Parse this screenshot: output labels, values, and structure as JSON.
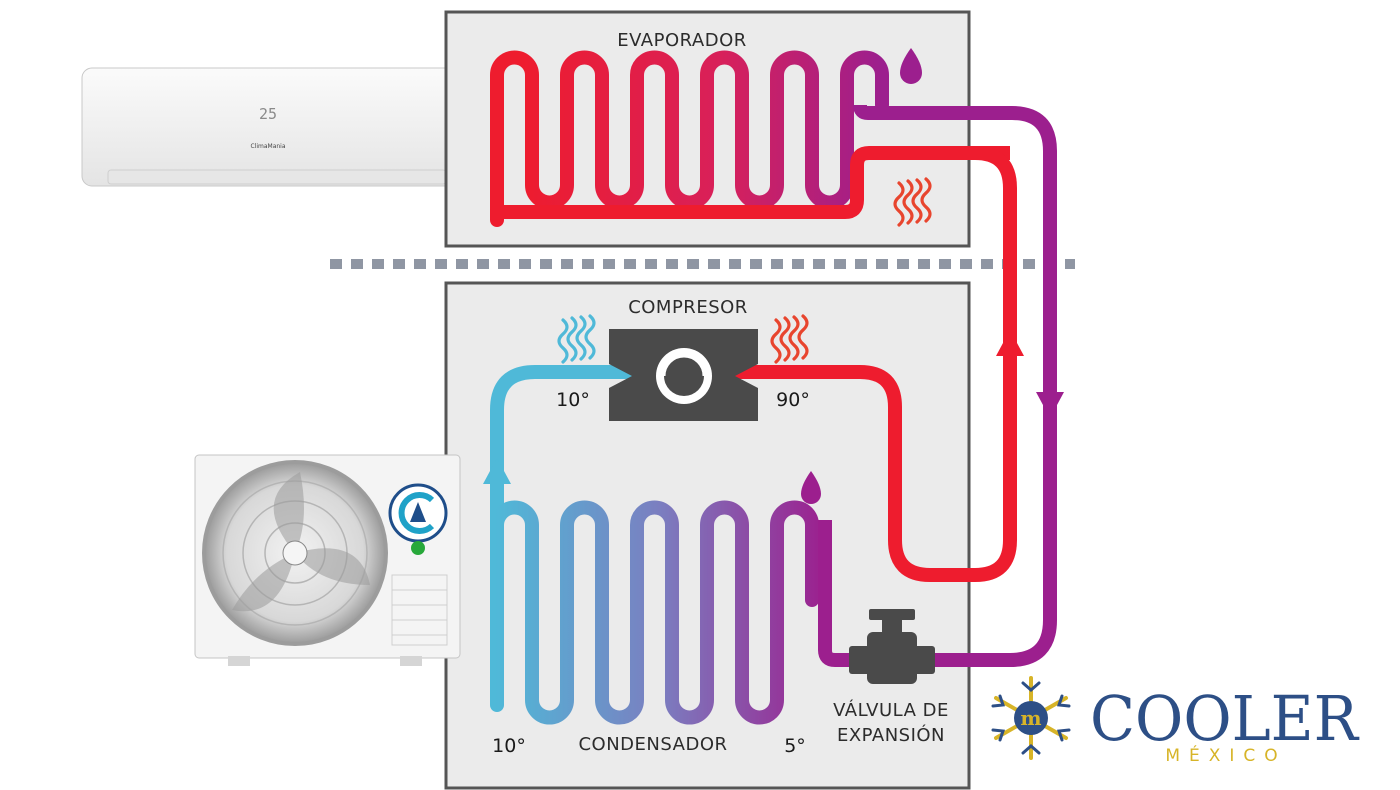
{
  "labels": {
    "evaporator": "EVAPORADOR",
    "compressor": "COMPRESOR",
    "condenser": "CONDENSADOR",
    "valve_line1": "VÁLVULA DE",
    "valve_line2": "EXPANSIÓN"
  },
  "temperatures": {
    "compressor_in": "10°",
    "compressor_out": "90°",
    "condenser_in": "10°",
    "condenser_out": "5°"
  },
  "indoor_unit": {
    "display": "25",
    "brand": "ClimaMania"
  },
  "brand": {
    "name": "COOLER",
    "subtitle": "MÉXICO"
  },
  "colors": {
    "hot": "#ee1c2e",
    "cold": "#4fb9d8",
    "mid": "#9c1f8e",
    "box_fill": "#ebebeb",
    "box_stroke": "#555555",
    "divider": "#8f96a3",
    "icon_dark": "#4a4a4a",
    "brand_blue": "#2d4f86",
    "brand_gold": "#d7b428"
  }
}
